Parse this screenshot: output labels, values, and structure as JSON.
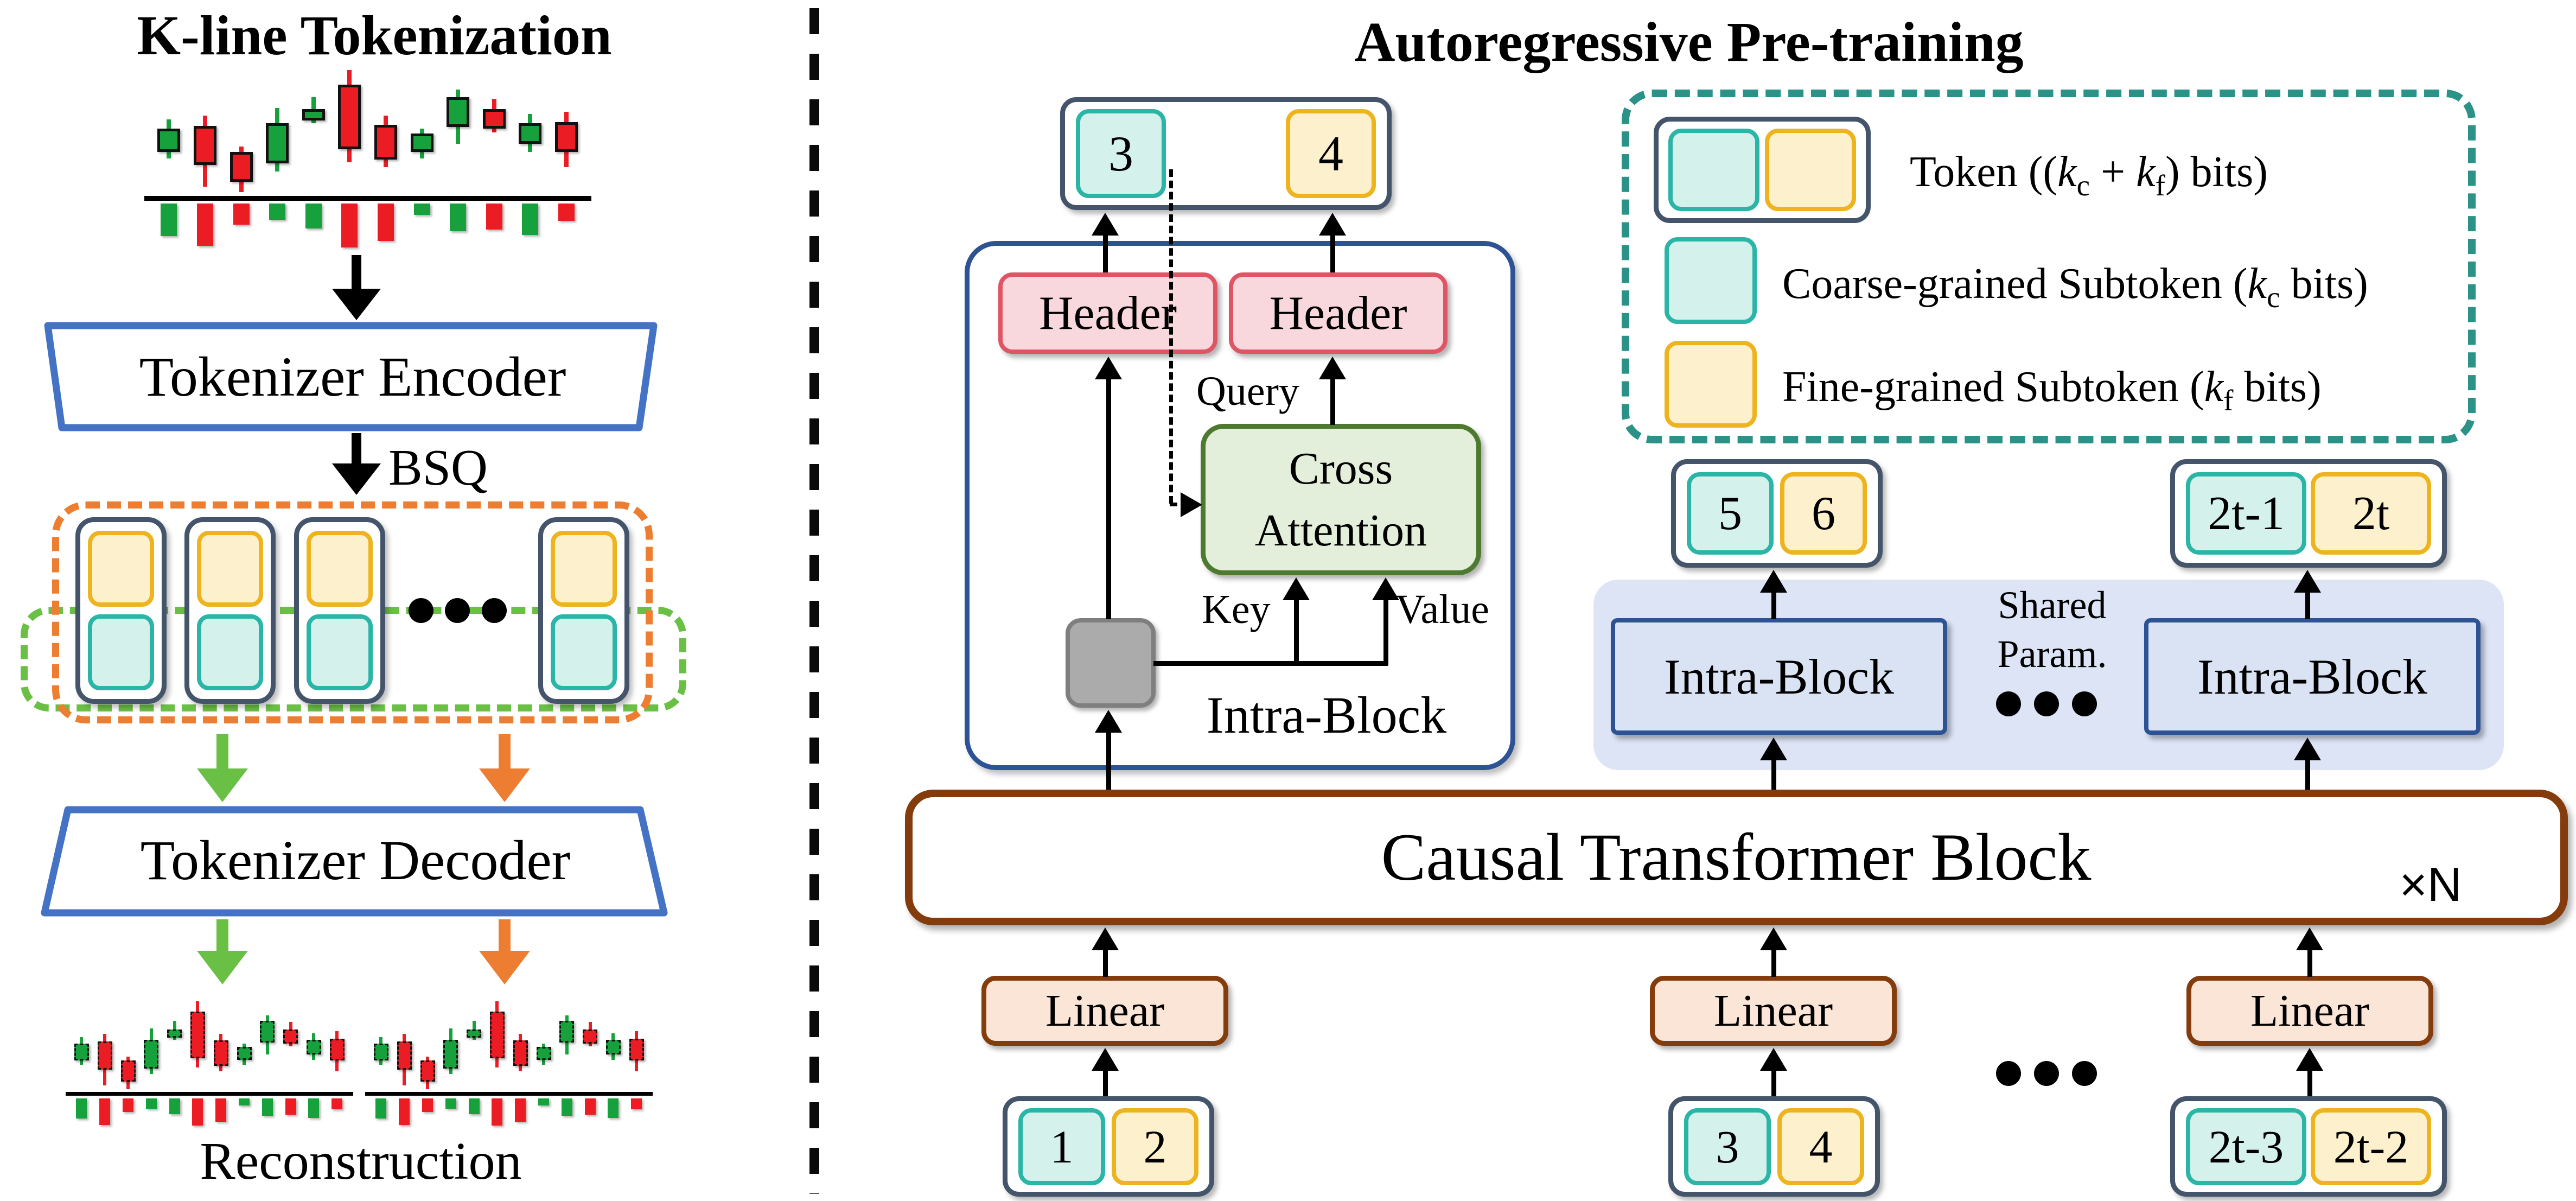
{
  "left_panel": {
    "title": "K-line Tokenization",
    "encoder_label": "Tokenizer Encoder",
    "bsq_label": "BSQ",
    "decoder_label": "Tokenizer Decoder",
    "reconstruction_label": "Reconstruction",
    "kline": {
      "type": "candlestick",
      "candles": [
        {
          "color": "green",
          "wick": [
            41,
            71
          ],
          "body": [
            48,
            66
          ],
          "volume": 52
        },
        {
          "color": "red",
          "wick": [
            38,
            93
          ],
          "body": [
            46,
            76
          ],
          "volume": 68
        },
        {
          "color": "red",
          "wick": [
            62,
            97
          ],
          "body": [
            66,
            89
          ],
          "volume": 34
        },
        {
          "color": "green",
          "wick": [
            32,
            81
          ],
          "body": [
            44,
            75
          ],
          "volume": 26
        },
        {
          "color": "green",
          "wick": [
            24,
            44
          ],
          "body": [
            33,
            42
          ],
          "volume": 40
        },
        {
          "color": "red",
          "wick": [
            3,
            74
          ],
          "body": [
            14,
            64
          ],
          "volume": 70
        },
        {
          "color": "red",
          "wick": [
            38,
            78
          ],
          "body": [
            45,
            72
          ],
          "volume": 60
        },
        {
          "color": "green",
          "wick": [
            48,
            71
          ],
          "body": [
            52,
            66
          ],
          "volume": 18
        },
        {
          "color": "green",
          "wick": [
            18,
            60
          ],
          "body": [
            24,
            47
          ],
          "volume": 44
        },
        {
          "color": "red",
          "wick": [
            25,
            51
          ],
          "body": [
            33,
            48
          ],
          "volume": 42
        },
        {
          "color": "green",
          "wick": [
            37,
            66
          ],
          "body": [
            44,
            60
          ],
          "volume": 50
        },
        {
          "color": "red",
          "wick": [
            35,
            78
          ],
          "body": [
            43,
            66
          ],
          "volume": 28
        }
      ]
    }
  },
  "right_panel": {
    "title": "Autoregressive Pre-training",
    "output_token": {
      "coarse": "3",
      "fine": "4"
    },
    "header_label": "Header",
    "query_label": "Query",
    "key_label": "Key",
    "value_label": "Value",
    "cross_attention": {
      "line1": "Cross",
      "line2": "Attention"
    },
    "intra_block_label": "Intra-Block",
    "shared_param": {
      "line1": "Shared",
      "line2": "Param."
    },
    "causal_block_label": "Causal Transformer Block",
    "repeat_label": "×N",
    "linear_label": "Linear",
    "mid_tokens": [
      {
        "coarse": "5",
        "fine": "6"
      },
      {
        "coarse": "2t-1",
        "fine": "2t"
      }
    ],
    "input_tokens": [
      {
        "coarse": "1",
        "fine": "2"
      },
      {
        "coarse": "3",
        "fine": "4"
      },
      {
        "coarse": "2t-3",
        "fine": "2t-2"
      }
    ],
    "legend": {
      "rows": [
        {
          "pre": "Token ((",
          "k1": "k",
          "s1": "c",
          "mid": " + ",
          "k2": "k",
          "s2": "f",
          "post": ") bits)"
        },
        {
          "pre": "Coarse-grained Subtoken (",
          "k1": "k",
          "s1": "c",
          "post": " bits)"
        },
        {
          "pre": "Fine-grained Subtoken (",
          "k1": "k",
          "s1": "f",
          "post": " bits)"
        }
      ]
    }
  },
  "colors": {
    "coarse_teal_border": "#2bb5a6",
    "coarse_teal_fill": "#d5f1ec",
    "fine_yellow_border": "#eeb41f",
    "fine_yellow_fill": "#fdf0cc",
    "token_outline": "#44546a",
    "header_red": "#e05566",
    "header_fill": "#f8d8dd",
    "attention_green": "#4e7a30",
    "attention_fill": "#e3efda",
    "intra_blue": "#2e5395",
    "intra_fill": "#dae3f3",
    "lavender": "#dce4f5",
    "brown": "#843c0c",
    "linear_fill": "#fbe5d6",
    "legend_teal": "#2a9287",
    "seq_orange": "#ed7d31",
    "seq_green": "#6abf45",
    "encoder_blue": "#4472c4",
    "candle_green": "#17a13c",
    "candle_red": "#ec1c24",
    "gray_fill": "#ababab"
  }
}
